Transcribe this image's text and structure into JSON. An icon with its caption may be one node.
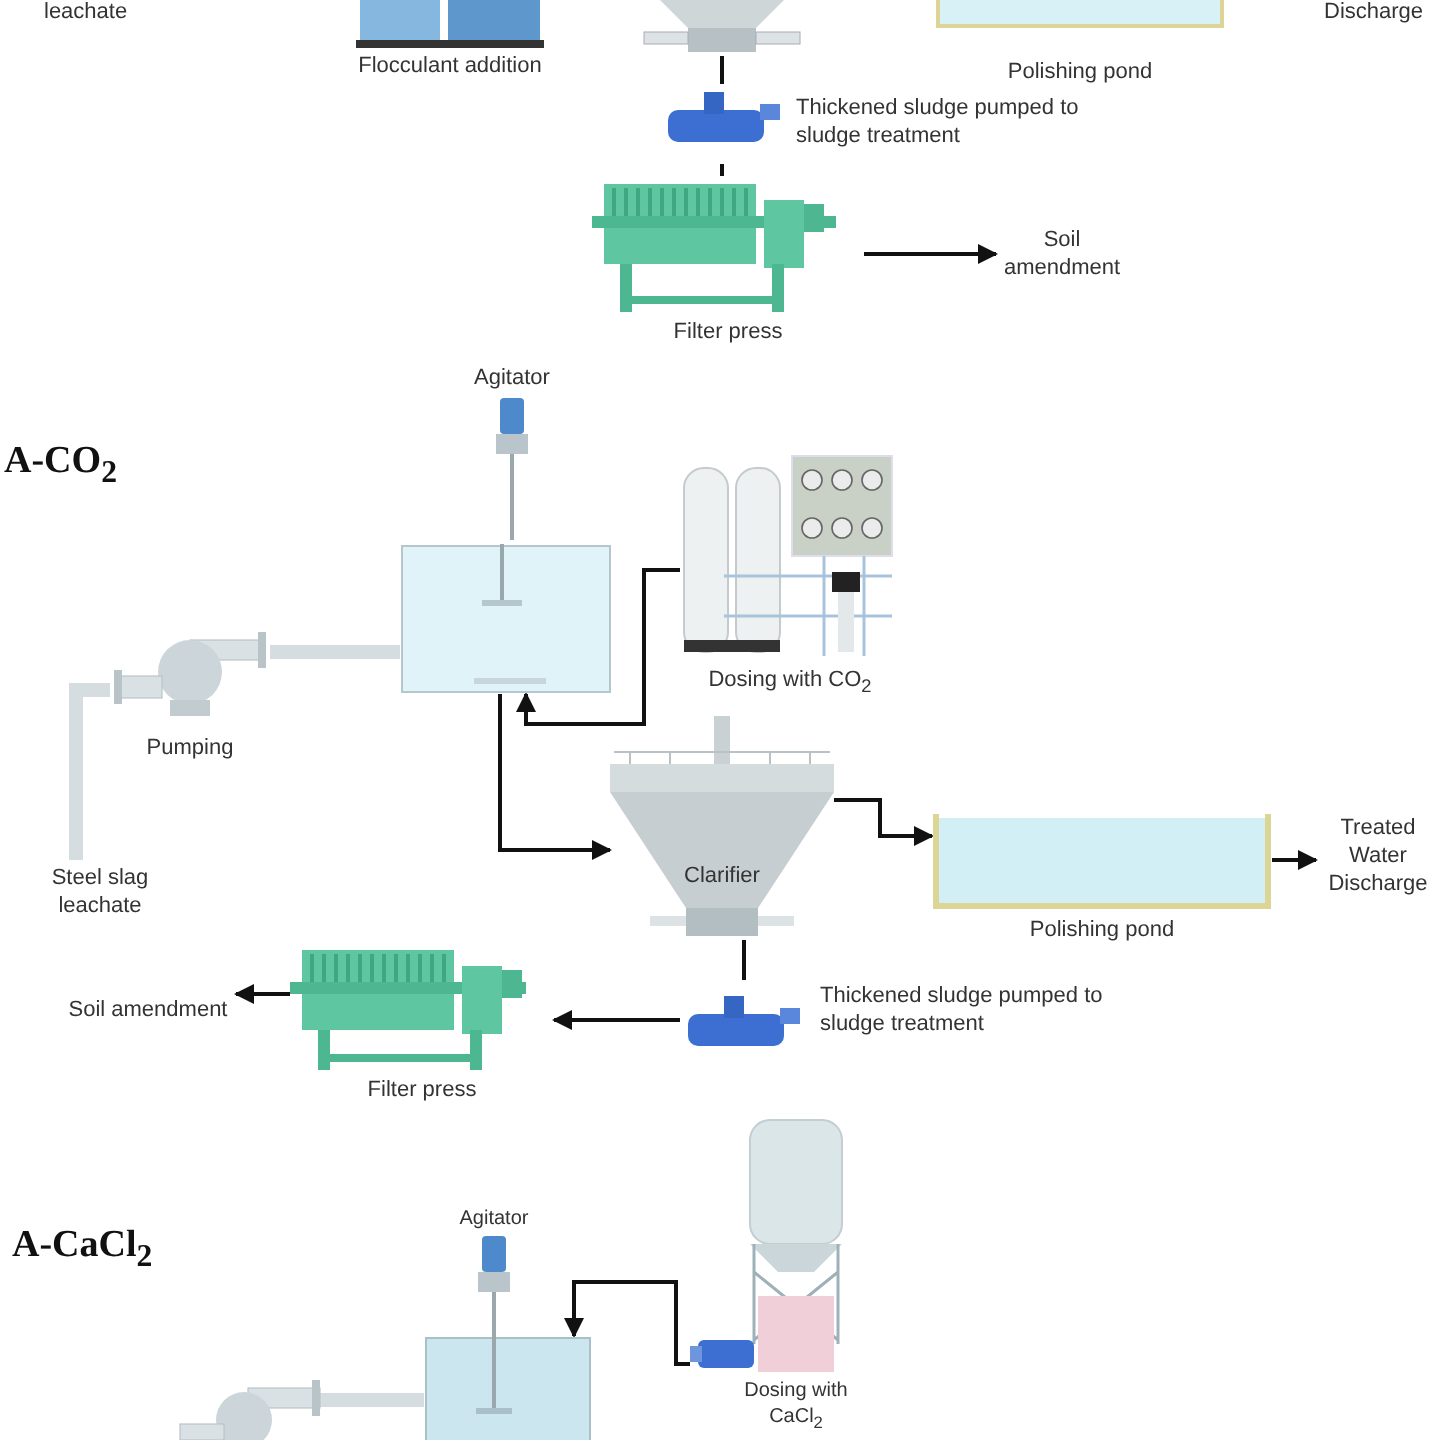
{
  "diagram": {
    "nodes": [
      {
        "text": [
          "Flocculant addition"
        ]
      },
      {
        "text": [],
        "shape": "picture"
      },
      {
        "text": [
          "Thickened sludge pumped to sludge treatment"
        ]
      },
      {
        "text": [
          "Filter press"
        ]
      },
      {
        "text": [
          "Soil amendment"
        ]
      },
      {
        "text": [
          "Polishing pond"
        ]
      },
      {
        "text": [
          "Agitator"
        ]
      },
      {
        "text": [],
        "shape": "picture"
      },
      {
        "text": [
          "Pumping"
        ]
      },
      {
        "text": [
          "Steel slag leachate"
        ]
      },
      {
        "text": [
          "Dosing with CO$_{2}$"
        ]
      },
      {
        "text": [
          "Clarifier"
        ]
      },
      {
        "text": [
          "Polishing pond"
        ]
      },
      {
        "text": [
          "Treated Water Discharge"
        ]
      },
      {
        "text": [
          "Thickened sludge pumped to sludge treatment"
        ]
      },
      {
        "text": [
          "Filter press"
        ]
      },
      {
        "text": [
          "Soil amendment"
        ]
      },
      {
        "text": [
          "Agitator"
        ]
      },
      {
        "text": [],
        "shape": "picture"
      },
      {
        "text": [
          "Dosing with CaCl$_{2}$"
        ]
      },
      {
        "text": [],
        "shape": "picture"
      }
    ],
    "edges": [
      {
        "from": 1,
        "to": 2,
        "arrow": "none"
      },
      {
        "from": 2,
        "to": 3,
        "arrow": "none"
      },
      {
        "from": 3,
        "to": 4,
        "arrow": "to"
      },
      {
        "from": 9,
        "to": 8,
        "arrow": "none",
        "style": "thick",
        "color": "#d5dde1"
      },
      {
        "from": 8,
        "to": 7,
        "arrow": "none",
        "style": "thick",
        "color": "#d5dde1"
      },
      {
        "from": 10,
        "to": 7,
        "arrow": "to"
      },
      {
        "from": 7,
        "to": 11,
        "arrow": "to"
      },
      {
        "from": 11,
        "to": 12,
        "arrow": "to"
      },
      {
        "from": 12,
        "to": 13,
        "arrow": "to"
      },
      {
        "from": 11,
        "to": 14,
        "arrow": "none"
      },
      {
        "from": 14,
        "to": 15,
        "arrow": "to"
      },
      {
        "from": 15,
        "to": 16,
        "arrow": "to"
      },
      {
        "from": 19,
        "to": 18,
        "arrow": "to"
      },
      {
        "from": 20,
        "to": 18,
        "arrow": "none",
        "style": "thick",
        "color": "#d5dde1"
      }
    ],
    "labels": [
      "leachate",
      "Discharge",
      "A-CO$_{2}$",
      "A-CaCl$_{2}$"
    ]
  }
}
